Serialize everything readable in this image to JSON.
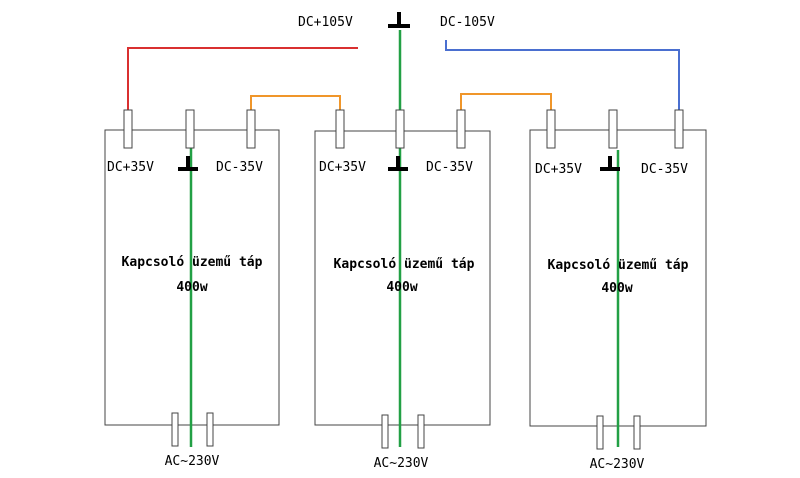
{
  "top": {
    "left_label": "DC+105V",
    "right_label": "DC-105V"
  },
  "units": [
    {
      "left_label": "DC+35V",
      "right_label": "DC-35V",
      "title": "Kapcsoló üzemű táp",
      "power": "400w",
      "ac_label": "AC~230V"
    },
    {
      "left_label": "DC+35V",
      "right_label": "DC-35V",
      "title": "Kapcsoló üzemű táp",
      "power": "400w",
      "ac_label": "AC~230V"
    },
    {
      "left_label": "DC+35V",
      "right_label": "DC-35V",
      "title": "Kapcsoló üzemű táp",
      "power": "400w",
      "ac_label": "AC~230V"
    }
  ],
  "colors": {
    "positive_wire": "#d93030",
    "negative_wire": "#4a6fd0",
    "link_wire": "#f0962a",
    "ground_wire": "#22a045"
  }
}
